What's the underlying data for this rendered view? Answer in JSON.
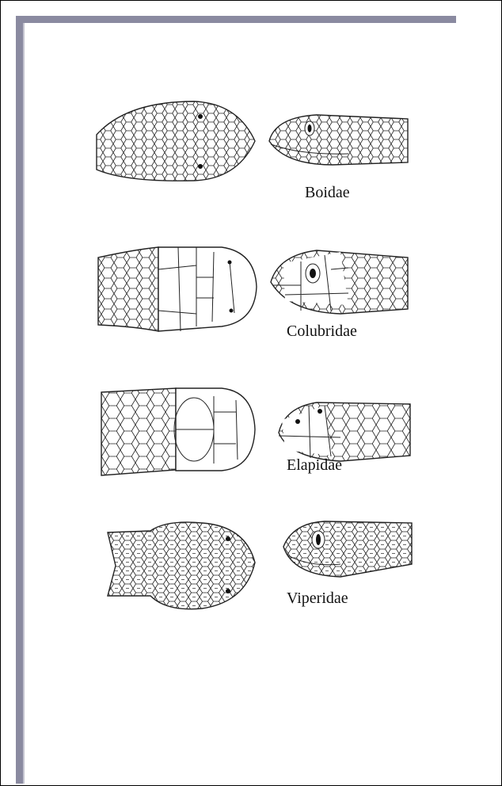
{
  "plate": {
    "families": [
      {
        "name": "Boidae"
      },
      {
        "name": "Colubridae"
      },
      {
        "name": "Elapidae"
      },
      {
        "name": "Viperidae"
      }
    ]
  }
}
